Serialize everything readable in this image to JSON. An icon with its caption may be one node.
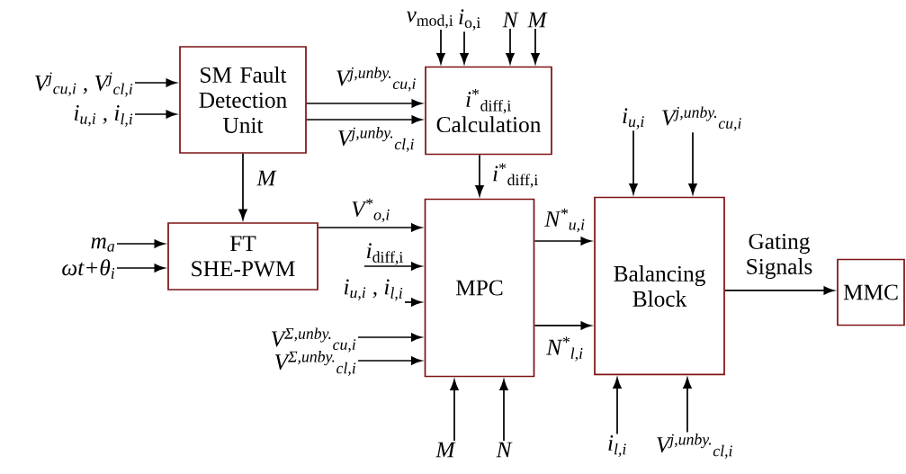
{
  "diagram": {
    "nodes": [
      {
        "text": [
          "SM Fault Detection Unit"
        ]
      },
      {
        "text": [
          "*i*$^{*}$$_{diff,i}$",
          "Calculation"
        ]
      },
      {
        "text": [
          "FT SHE-PWM"
        ]
      },
      {
        "text": [
          "MPC"
        ]
      },
      {
        "text": [
          "Balancing Block"
        ]
      },
      {
        "text": [
          "MMC"
        ]
      },
      {
        "text": [
          "V$^{j}$$_{cu,i}$ , V$^{j}$$_{cl,i}$"
        ]
      },
      {
        "text": [
          "i$_{u,i}$ , i$_{l,i}$"
        ]
      },
      {
        "text": [
          "*v*$_{mod,i}$"
        ]
      },
      {
        "text": [
          "*i*$_{o,i}$"
        ]
      },
      {
        "text": [
          "N"
        ]
      },
      {
        "text": [
          "M"
        ]
      },
      {
        "text": [
          "m$_{a}$"
        ]
      },
      {
        "text": [
          "ωt+θ$_{i}$"
        ]
      },
      {
        "text": [
          "*i*$_{diff,i}$"
        ]
      },
      {
        "text": [
          "i$_{u,i}$ , i$_{l,i}$"
        ]
      },
      {
        "text": [
          "V$^{Σ,unby.}$$_{cu,i}$"
        ]
      },
      {
        "text": [
          "V$^{Σ,unby.}$$_{cl,i}$"
        ]
      },
      {
        "text": [
          "M"
        ]
      },
      {
        "text": [
          "N"
        ]
      },
      {
        "text": [
          "i$_{u,i}$"
        ]
      },
      {
        "text": [
          "V$^{j,unby.}$$_{cu,i}$"
        ]
      },
      {
        "text": [
          "i$_{l,i}$"
        ]
      },
      {
        "text": [
          "V$^{j,unby.}$$_{cl,i}$"
        ]
      }
    ],
    "edges": [
      {
        "from": 6,
        "to": 0,
        "arrow": "to"
      },
      {
        "from": 7,
        "to": 0,
        "arrow": "to"
      },
      {
        "from": 0,
        "to": 1,
        "arrow": "to",
        "label": "V$^{j,unby.}$$_{cu,i}$"
      },
      {
        "from": 0,
        "to": 1,
        "arrow": "to",
        "label": "V$^{j,unby.}$$_{cl,i}$"
      },
      {
        "from": 8,
        "to": 1,
        "arrow": "to"
      },
      {
        "from": 9,
        "to": 1,
        "arrow": "to"
      },
      {
        "from": 10,
        "to": 1,
        "arrow": "to"
      },
      {
        "from": 11,
        "to": 1,
        "arrow": "to"
      },
      {
        "from": 0,
        "to": 2,
        "arrow": "to",
        "label": "M"
      },
      {
        "from": 12,
        "to": 2,
        "arrow": "to"
      },
      {
        "from": 13,
        "to": 2,
        "arrow": "to"
      },
      {
        "from": 1,
        "to": 3,
        "arrow": "to",
        "label": "*i*$^{*}$$_{diff,i}$"
      },
      {
        "from": 2,
        "to": 3,
        "arrow": "to",
        "label": "V$^{*}$$_{o,i}$"
      },
      {
        "from": 14,
        "to": 3,
        "arrow": "to"
      },
      {
        "from": 15,
        "to": 3,
        "arrow": "to"
      },
      {
        "from": 16,
        "to": 3,
        "arrow": "to"
      },
      {
        "from": 17,
        "to": 3,
        "arrow": "to"
      },
      {
        "from": 18,
        "to": 3,
        "arrow": "to"
      },
      {
        "from": 19,
        "to": 3,
        "arrow": "to"
      },
      {
        "from": 3,
        "to": 4,
        "arrow": "to",
        "label": "N$^{*}$$_{u,i}$"
      },
      {
        "from": 3,
        "to": 4,
        "arrow": "to",
        "label": "N$^{*}$$_{l,i}$"
      },
      {
        "from": 20,
        "to": 4,
        "arrow": "to"
      },
      {
        "from": 21,
        "to": 4,
        "arrow": "to"
      },
      {
        "from": 22,
        "to": 4,
        "arrow": "to"
      },
      {
        "from": 23,
        "to": 4,
        "arrow": "to"
      },
      {
        "from": 4,
        "to": 5,
        "arrow": "to",
        "label": "Gating Signals"
      }
    ]
  }
}
